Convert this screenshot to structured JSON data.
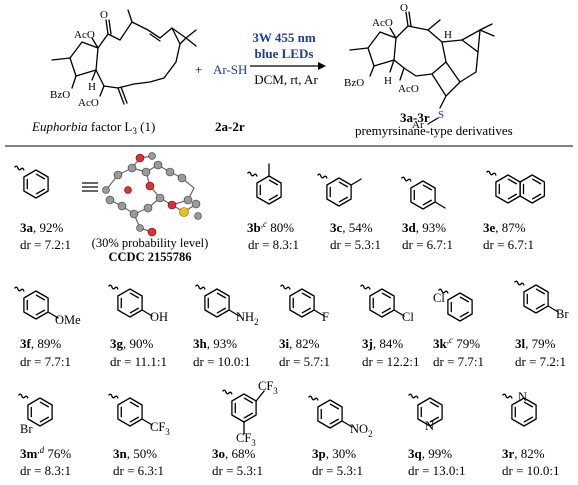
{
  "reaction": {
    "start_label_italic": "Euphorbia",
    "start_label_rest": " factor L",
    "start_label_sub": "3",
    "start_label_num": " (1)",
    "plus": "+",
    "reagent": "Ar-SH",
    "reagent_label": "2a-2r",
    "conditions_line1": "3W 455 nm",
    "conditions_line2": "blue LEDs",
    "conditions_line3": "DCM, rt, Ar",
    "product_label": "3a-3r",
    "product_desc": "premyrsinane-type derivatives",
    "groups": {
      "aco": "AcO",
      "bzo": "BzO",
      "h": "H",
      "o": "O",
      "s": "S",
      "ar": "Ar"
    }
  },
  "crystal": {
    "prob": "(30% probability level)",
    "ccdc": "CCDC 2155786"
  },
  "compounds": [
    {
      "id": "3a",
      "sup": "",
      "yield": ", 92%",
      "dr": "dr = 7.2:1"
    },
    {
      "id": "3b",
      "sup": "c",
      "yield": " 80%",
      "dr": "dr = 8.3:1"
    },
    {
      "id": "3c",
      "sup": "",
      "yield": ", 54%",
      "dr": "dr = 5.3:1"
    },
    {
      "id": "3d",
      "sup": "",
      "yield": ", 93%",
      "dr": "dr = 6.7:1"
    },
    {
      "id": "3e",
      "sup": "",
      "yield": ", 87%",
      "dr": "dr = 6.7:1"
    },
    {
      "id": "3f",
      "sup": "",
      "yield": ", 89%",
      "dr": "dr = 7.7:1"
    },
    {
      "id": "3g",
      "sup": "",
      "yield": ", 90%",
      "dr": "dr = 11.1:1"
    },
    {
      "id": "3h",
      "sup": "",
      "yield": ", 93%",
      "dr": "dr = 10.0:1"
    },
    {
      "id": "3i",
      "sup": "",
      "yield": ", 82%",
      "dr": "dr = 5.7:1"
    },
    {
      "id": "3j",
      "sup": "",
      "yield": ", 84%",
      "dr": "dr = 12.2:1"
    },
    {
      "id": "3k",
      "sup": "c",
      "yield": " 79%",
      "dr": "dr = 7.7:1"
    },
    {
      "id": "3l",
      "sup": "",
      "yield": ", 79%",
      "dr": "dr = 7.2:1"
    },
    {
      "id": "3m",
      "sup": "d",
      "yield": " 76%",
      "dr": "dr = 8.3:1"
    },
    {
      "id": "3n",
      "sup": "",
      "yield": ", 50%",
      "dr": "dr = 6.3:1"
    },
    {
      "id": "3o",
      "sup": "",
      "yield": ", 68%",
      "dr": "dr = 5.3:1"
    },
    {
      "id": "3p",
      "sup": "",
      "yield": ", 30%",
      "dr": "dr = 5.3:1"
    },
    {
      "id": "3q",
      "sup": "",
      "yield": ", 99%",
      "dr": "dr = 13.0:1"
    },
    {
      "id": "3r",
      "sup": "",
      "yield": ", 82%",
      "dr": "dr = 10.0:1"
    }
  ],
  "substituents": {
    "ome": "OMe",
    "oh": "OH",
    "nh2": "NH",
    "nh2_sub": "2",
    "f": "F",
    "cl": "Cl",
    "br": "Br",
    "cf3": "CF",
    "cf3_sub": "3",
    "no2": "NO",
    "no2_sub": "2",
    "n": "N"
  }
}
